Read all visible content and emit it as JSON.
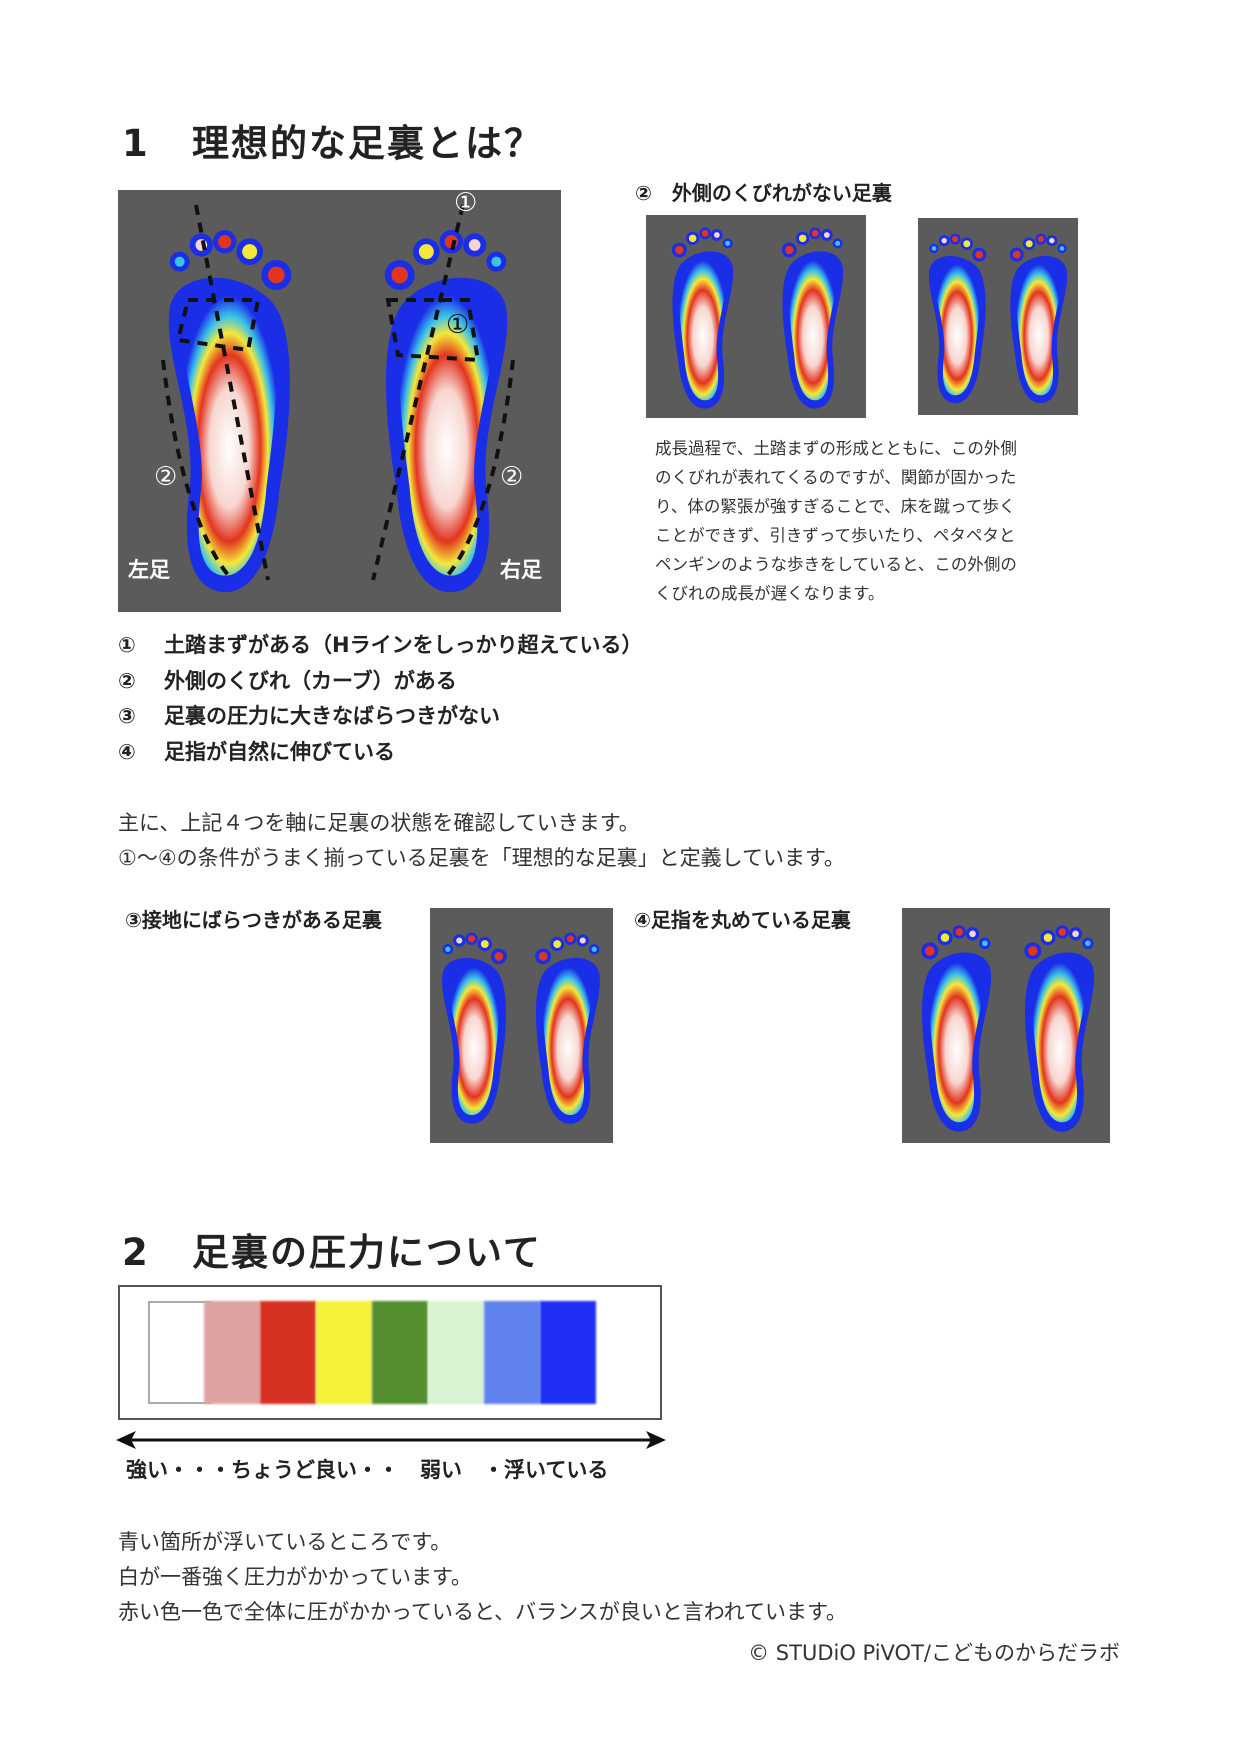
{
  "section1": {
    "number": "1",
    "title": "理想的な足裏とは？",
    "main_image": {
      "mark1_top": "①",
      "mark1_center": "①",
      "mark2_left": "②",
      "mark2_right": "②",
      "left_label": "左足",
      "right_label": "右足"
    },
    "no_curve_title": "②　外側のくびれがない足裏",
    "no_curve_text": [
      "成長過程で、土踏まずの形成とともに、この外側",
      "のくびれが表れてくるのですが、関節が固かった",
      "り、体の緊張が強すぎることで、床を蹴って歩く",
      "ことができず、引きずって歩いたり、ペタペタと",
      "ペンギンのような歩きをしていると、この外側の",
      "くびれの成長が遅くなります。"
    ],
    "criteria": [
      {
        "num": "①",
        "text": "土踏まずがある（Hラインをしっかり超えている）"
      },
      {
        "num": "②",
        "text": "外側のくびれ（カーブ）がある"
      },
      {
        "num": "③",
        "text": "足裏の圧力に大きなばらつきがない"
      },
      {
        "num": "④",
        "text": "足指が自然に伸びている"
      }
    ],
    "summary": [
      "主に、上記４つを軸に足裏の状態を確認していきます。",
      "①〜④の条件がうまく揃っている足裏を「理想的な足裏」と定義しています。"
    ],
    "uneven_title": "③接地にばらつきがある足裏",
    "curled_title": "④足指を丸めている足裏"
  },
  "section2": {
    "number": "2",
    "title": "足裏の圧力について",
    "scale_colors": [
      "#ffffff",
      "#dda3a3",
      "#d63222",
      "#f5f23a",
      "#548e2e",
      "#d8f3d2",
      "#5f82ee",
      "#1e2ef5"
    ],
    "scale_label": "強い・・・ちょうど良い・・　弱い　・浮いている",
    "notes": [
      "青い箇所が浮いているところです。",
      "白が一番強く圧力がかかっています。",
      "赤い色一色で全体に圧がかかっていると、バランスが良いと言われています。"
    ],
    "copyright": "© STUDiO PiVOT/こどものからだラボ"
  }
}
